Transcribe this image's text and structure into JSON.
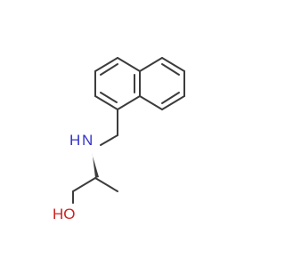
{
  "molecule": {
    "atom_labels": {
      "amine": "H",
      "amine_n": "N",
      "hydroxyl": "HO"
    },
    "colors": {
      "bond": "#3c3c3c",
      "nitrogen": "#3333cc",
      "oxygen": "#cc2222",
      "background": "#ffffff"
    }
  }
}
